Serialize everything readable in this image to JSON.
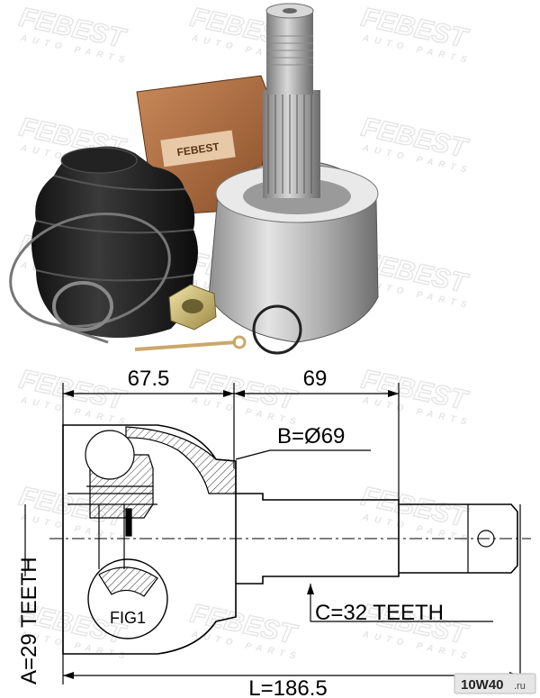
{
  "watermark": {
    "brand": "FEBEST",
    "tagline": "AUTO PARTS"
  },
  "product_photo": {
    "items": [
      "cv-joint",
      "boot",
      "grease-tube",
      "clamps",
      "castle-nut",
      "cotter-pin",
      "circlip"
    ],
    "grease_tube_label": "FEBEST"
  },
  "drawing": {
    "dim_top_left": "67.5",
    "dim_top_right": "69",
    "dim_b": "B=Ø69",
    "dim_c": "C=32 TEETH",
    "dim_a": "A=29 TEETH",
    "dim_l": "L=186.5",
    "fig_label": "FIG1"
  },
  "badge": {
    "prefix": "10W40",
    "suffix": ".ru"
  },
  "colors": {
    "line": "#000000",
    "hatch": "#333333",
    "watermark": "#cfcfcf",
    "boot": "#1a1a1a",
    "metal": "#b9b9b9",
    "badge_bg": "#e6e6e6"
  }
}
